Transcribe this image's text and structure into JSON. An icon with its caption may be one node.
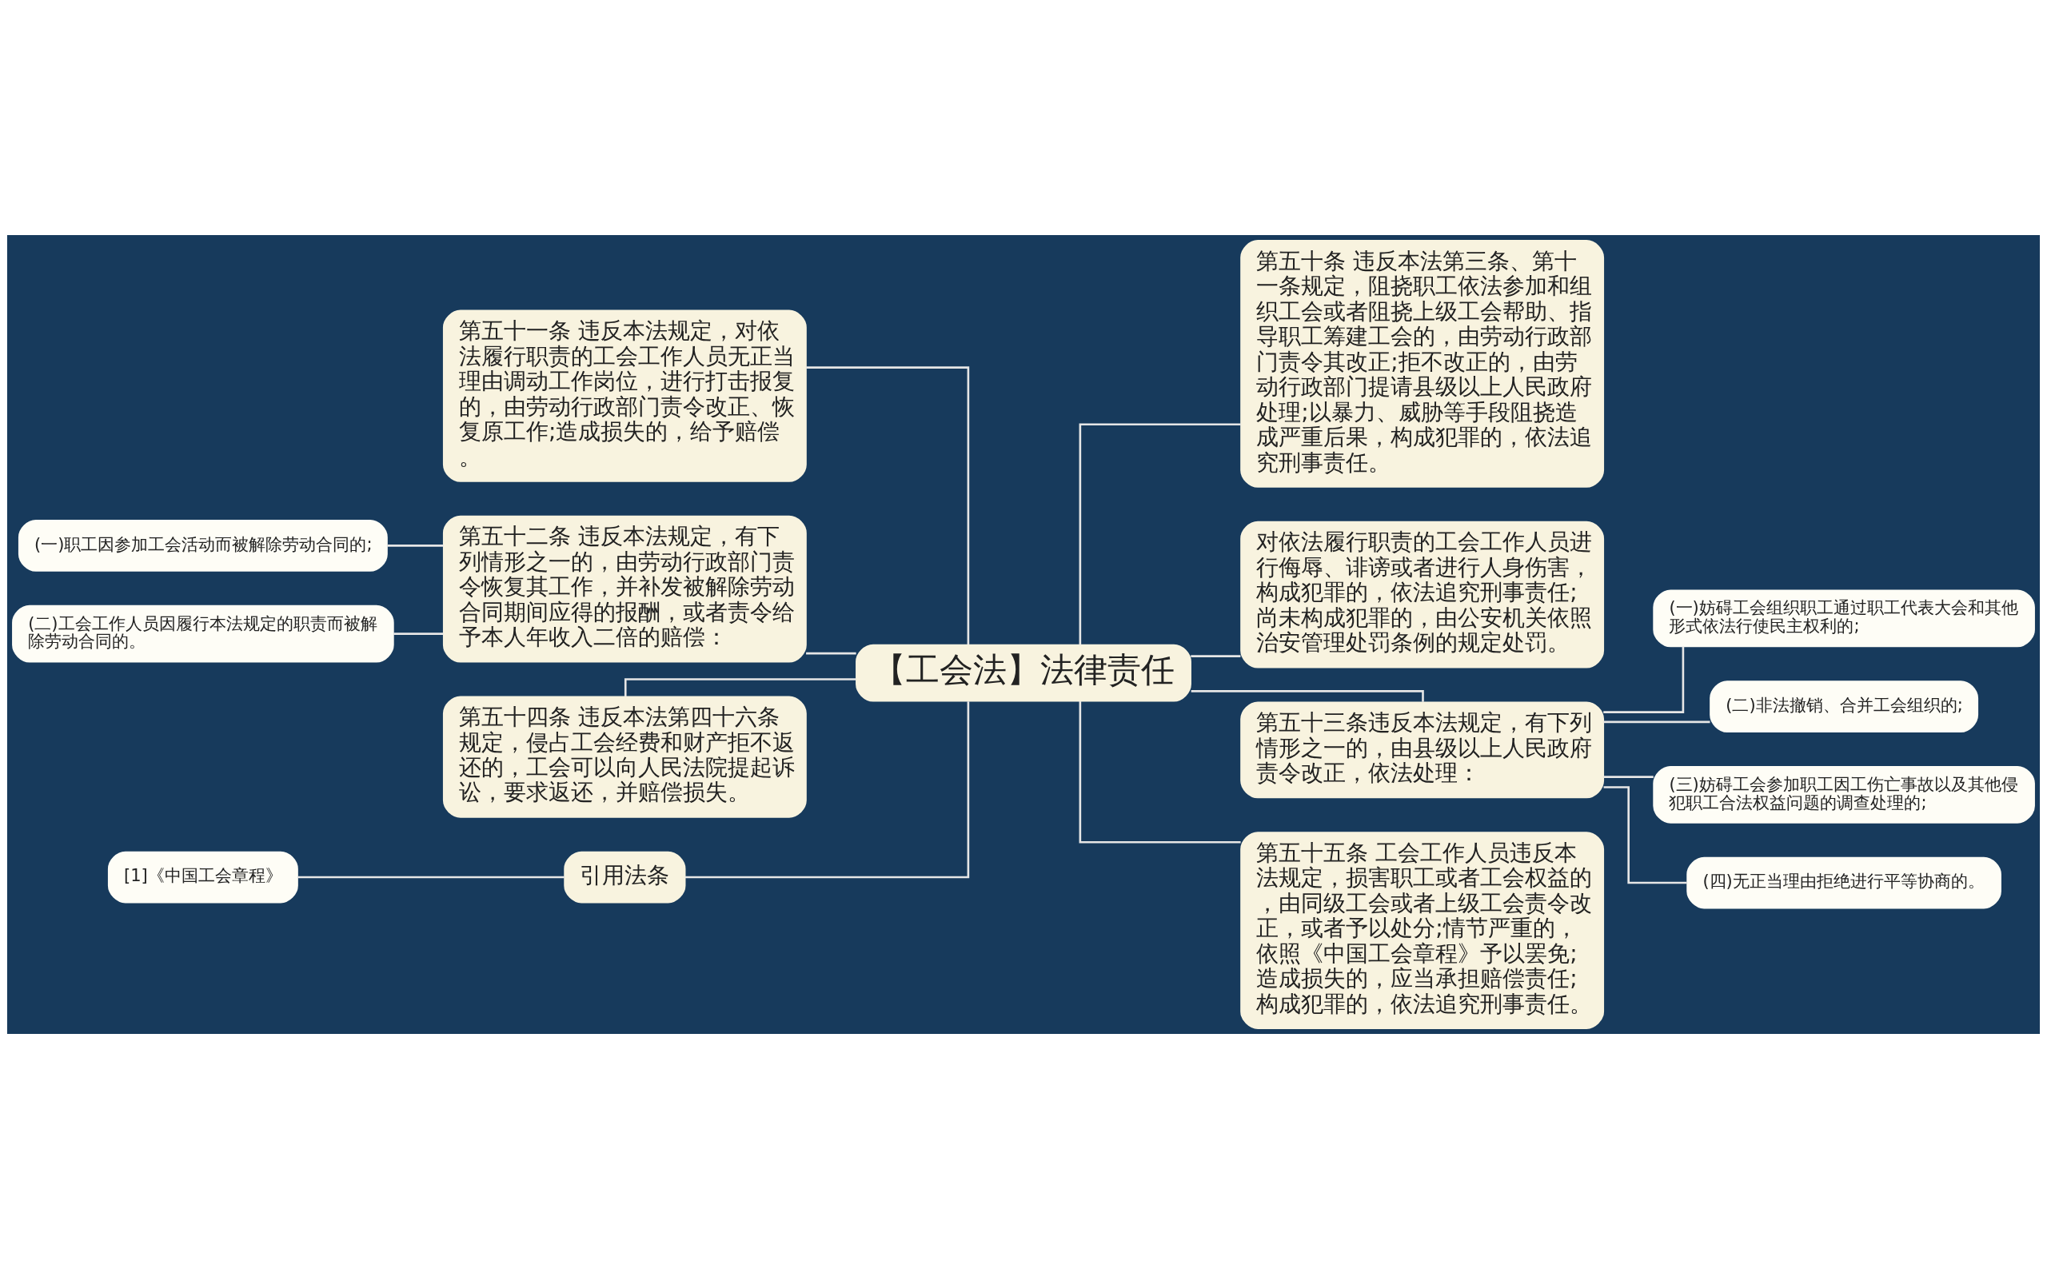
{
  "diagram": {
    "nodes": [
      {
        "text": [
          "【工会法】法律责任"
        ]
      },
      {
        "text": [
          "第五十一条 违反本法规定，对依法履行职责的工会工作人员无正当理由调动工作岗位，进行打击报复的，由劳动行政部门责令改正、恢复原工作;造成损失的，给予赔偿。"
        ]
      },
      {
        "text": [
          "第五十二条 违反本法规定，有下列情形之一的，由劳动行政部门责令恢复其工作，并补发被解除劳动合同期间应得的报酬，或者责令给予本人年收入二倍的赔偿："
        ]
      },
      {
        "text": [
          "(一)职工因参加工会活动而被解除劳动合同的;"
        ]
      },
      {
        "text": [
          "(二)工会工作人员因履行本法规定的职责而被解除劳动合同的。"
        ]
      },
      {
        "text": [
          "第五十四条 违反本法第四十六条规定，侵占工会经费和财产拒不返还的，工会可以向人民法院提起诉讼，要求返还，并赔偿损失。"
        ]
      },
      {
        "text": [
          "引用法条"
        ]
      },
      {
        "text": [
          "[1]《中国工会章程》"
        ]
      },
      {
        "text": [
          "第五十条 违反本法第三条、第十一条规定，阻挠职工依法参加和组织工会或者阻挠上级工会帮助、指导职工筹建工会的，由劳动行政部门责令其改正;拒不改正的，由劳动行政部门提请县级以上人民政府处理;以暴力、威胁等手段阻挠造成严重后果，构成犯罪的，依法追究刑事责任。"
        ]
      },
      {
        "text": [
          "对依法履行职责的工会工作人员进行侮辱、诽谤或者进行人身伤害，构成犯罪的，依法追究刑事责任;尚未构成犯罪的，由公安机关依照治安管理处罚条例的规定处罚。"
        ]
      },
      {
        "text": [
          "第五十三条违反本法规定，有下列情形之一的，由县级以上人民政府责令改正，依法处理："
        ]
      },
      {
        "text": [
          "(一)妨碍工会组织职工通过职工代表大会和其他形式依法行使民主权利的;"
        ]
      },
      {
        "text": [
          "(二)非法撤销、合并工会组织的;"
        ]
      },
      {
        "text": [
          "(三)妨碍工会参加职工因工伤亡事故以及其他侵犯职工合法权益问题的调查处理的;"
        ]
      },
      {
        "text": [
          "(四)无正当理由拒绝进行平等协商的。"
        ]
      },
      {
        "text": [
          "第五十五条 工会工作人员违反本法规定，损害职工或者工会权益的，由同级工会或者上级工会责令改正，或者予以处分;情节严重的，依照《中国工会章程》予以罢免;造成损失的，应当承担赔偿责任;构成犯罪的，依法追究刑事责任。"
        ]
      }
    ],
    "edges": [
      {
        "from": 0,
        "to": 1,
        "arrow": "none"
      },
      {
        "from": 0,
        "to": 2,
        "arrow": "none"
      },
      {
        "from": 2,
        "to": 3,
        "arrow": "none"
      },
      {
        "from": 2,
        "to": 4,
        "arrow": "none"
      },
      {
        "from": 0,
        "to": 5,
        "arrow": "none"
      },
      {
        "from": 0,
        "to": 6,
        "arrow": "none"
      },
      {
        "from": 6,
        "to": 7,
        "arrow": "none"
      },
      {
        "from": 0,
        "to": 8,
        "arrow": "none"
      },
      {
        "from": 0,
        "to": 9,
        "arrow": "none"
      },
      {
        "from": 0,
        "to": 10,
        "arrow": "none"
      },
      {
        "from": 10,
        "to": 11,
        "arrow": "none"
      },
      {
        "from": 10,
        "to": 12,
        "arrow": "none"
      },
      {
        "from": 10,
        "to": 13,
        "arrow": "none"
      },
      {
        "from": 10,
        "to": 14,
        "arrow": "none"
      },
      {
        "from": 0,
        "to": 15,
        "arrow": "none"
      }
    ]
  }
}
